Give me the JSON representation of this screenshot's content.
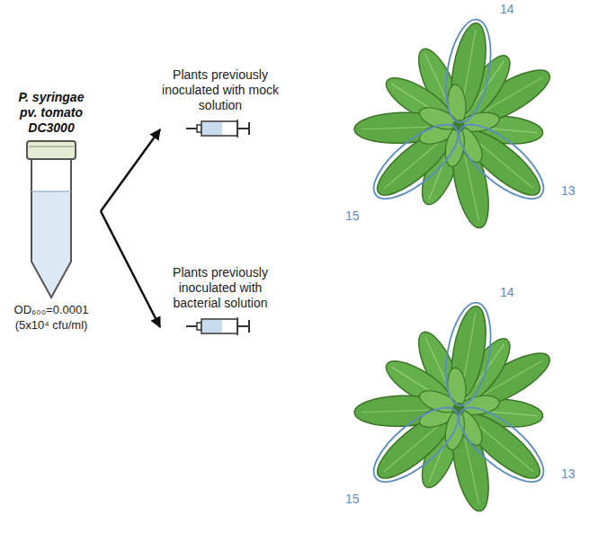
{
  "diagram": {
    "nodes": [
      {
        "text": [
          "P. syringae pv. tomato DC3000",
          "OD₆₀₀=0.0001 (5x10⁴ cfu/ml)"
        ]
      },
      {
        "text": [
          "Plants previously inoculated with mock solution"
        ]
      },
      {
        "text": [
          "Plants previously inoculated with bacterial solution"
        ]
      }
    ],
    "edges": [
      {
        "from": 0,
        "to": 1,
        "arrow": "to"
      },
      {
        "from": 0,
        "to": 2,
        "arrow": "to"
      }
    ],
    "labels": [
      "14",
      "13",
      "15",
      "14",
      "13",
      "15"
    ]
  }
}
